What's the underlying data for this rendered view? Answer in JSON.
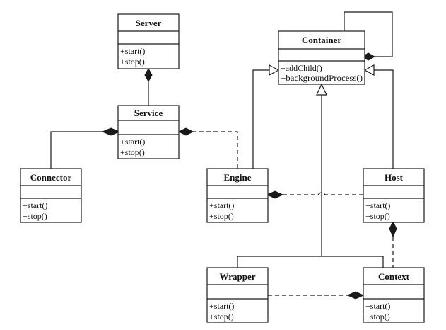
{
  "classes": {
    "server": {
      "name": "Server",
      "operations": [
        "+start()",
        "+stop()"
      ]
    },
    "container": {
      "name": "Container",
      "operations": [
        "+addChild()",
        "+backgroundProcess()"
      ]
    },
    "service": {
      "name": "Service",
      "operations": [
        "+start()",
        "+stop()"
      ]
    },
    "connector": {
      "name": "Connector",
      "operations": [
        "+start()",
        "+stop()"
      ]
    },
    "engine": {
      "name": "Engine",
      "operations": [
        "+start()",
        "+stop()"
      ]
    },
    "host": {
      "name": "Host",
      "operations": [
        "+start()",
        "+stop()"
      ]
    },
    "wrapper": {
      "name": "Wrapper",
      "operations": [
        "+start()",
        "+stop()"
      ]
    },
    "context": {
      "name": "Context",
      "operations": [
        "+start()",
        "+stop()"
      ]
    }
  },
  "colors": {
    "line": "#1a1a1a",
    "box_fill": "#ffffff",
    "text": "#111111"
  }
}
